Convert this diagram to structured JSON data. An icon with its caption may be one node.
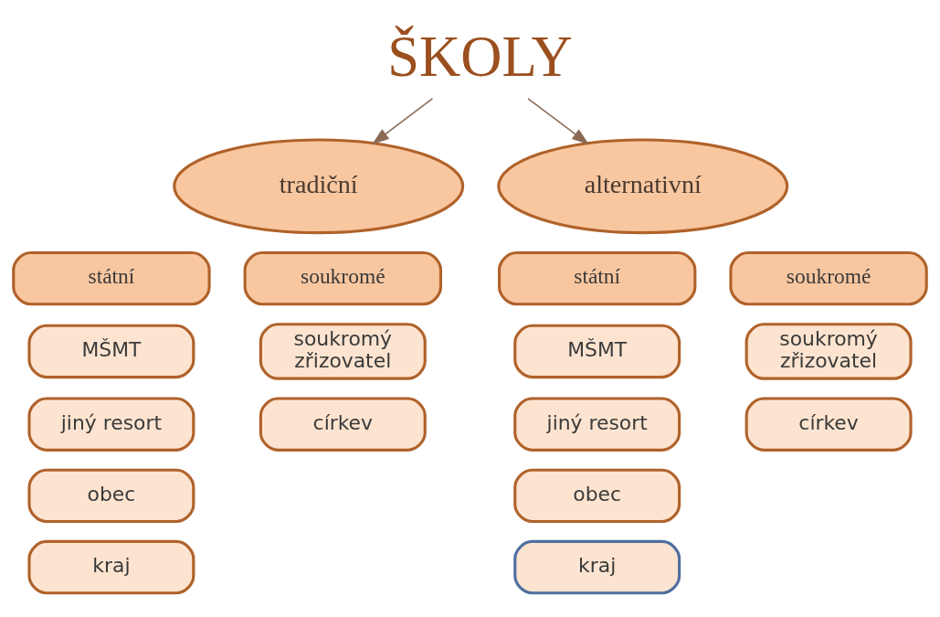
{
  "diagram": {
    "nodes": [
      {
        "text": [
          "ŠKOLY"
        ]
      },
      {
        "text": [
          "tradiční"
        ]
      },
      {
        "text": [
          "alternativní"
        ]
      },
      {
        "text": [
          "státní"
        ]
      },
      {
        "text": [
          "MŠMT"
        ]
      },
      {
        "text": [
          "jiný resort"
        ]
      },
      {
        "text": [
          "obec"
        ]
      },
      {
        "text": [
          "kraj"
        ]
      },
      {
        "text": [
          "soukromé"
        ]
      },
      {
        "text": [
          "soukromý zřizovatel"
        ]
      },
      {
        "text": [
          "církev"
        ]
      },
      {
        "text": [
          "státní"
        ]
      },
      {
        "text": [
          "MŠMT"
        ]
      },
      {
        "text": [
          "jiný resort"
        ]
      },
      {
        "text": [
          "obec"
        ]
      },
      {
        "text": [
          "kraj"
        ]
      },
      {
        "text": [
          "soukromé"
        ]
      },
      {
        "text": [
          "soukromý zřizovatel"
        ]
      },
      {
        "text": [
          "církev"
        ]
      }
    ],
    "edges": [
      {
        "from": 0,
        "to": 1,
        "arrow": "to"
      },
      {
        "from": 0,
        "to": 2,
        "arrow": "to"
      }
    ]
  }
}
